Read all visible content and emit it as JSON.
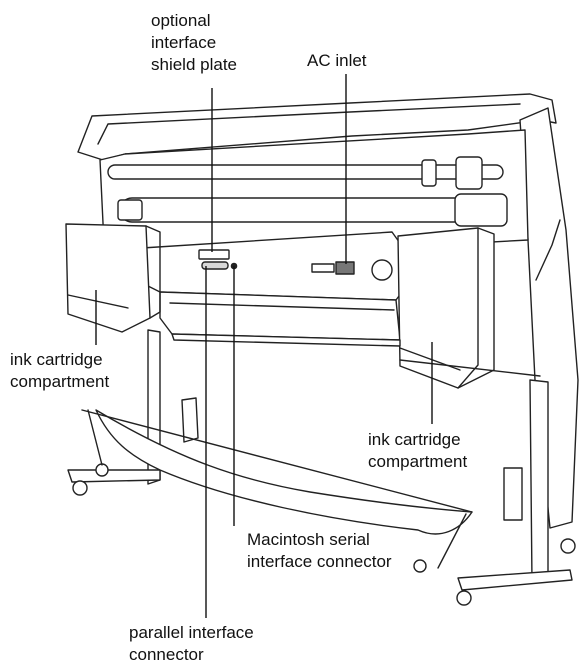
{
  "labels": {
    "optional_interface_shield_plate": "optional\ninterface\nshield plate",
    "ac_inlet": "AC inlet",
    "ink_cartridge_left": "ink cartridge\ncompartment",
    "ink_cartridge_right": "ink cartridge\ncompartment",
    "macintosh_serial": "Macintosh serial\ninterface connector",
    "parallel_interface": "parallel interface\nconnector"
  }
}
